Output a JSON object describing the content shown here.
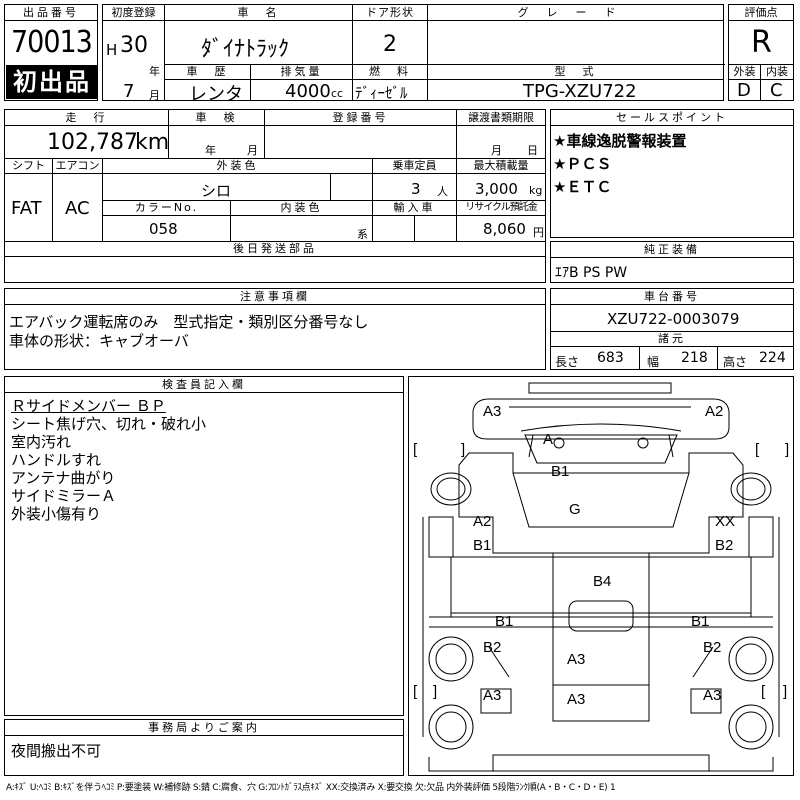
{
  "header": {
    "lot_label": "出品番号",
    "lot_number": "70013",
    "first_listing": "初出品",
    "first_reg_label": "初度登録",
    "era": "H",
    "year": "30",
    "year_unit": "年",
    "month": "7",
    "month_unit": "月",
    "name_label": "車　名",
    "car_name": "ﾀﾞｲﾅﾄﾗｯｸ",
    "door_label": "ドア形状",
    "doors": "2",
    "grade_label": "グレード",
    "grade": "",
    "score_label": "評価点",
    "score": "R",
    "history_label": "車　歴",
    "history": "レンタ",
    "displacement_label": "排気量",
    "displacement": "4000",
    "displacement_unit": "cc",
    "fuel_label": "燃　料",
    "fuel": "ﾃﾞｨｰｾﾞﾙ",
    "model_label": "型　式",
    "model": "TPG-XZU722",
    "exterior_label": "外装",
    "interior_label": "内装",
    "exterior_grade": "D",
    "interior_grade": "C"
  },
  "row2": {
    "mileage_label": "走　行",
    "mileage": "102,787",
    "mileage_unit": "km",
    "inspection_label": "車　検",
    "inspection_year_unit": "年",
    "inspection_month_unit": "月",
    "reg_label": "登録番号",
    "reg_number": "",
    "transfer_label": "譲渡書類期限",
    "transfer_month_unit": "月",
    "transfer_day_unit": "日",
    "shift_label": "シフト",
    "shift": "FAT",
    "aircon_label": "エアコン",
    "aircon": "AC",
    "color_label": "外装色",
    "color": "シロ",
    "capacity_label": "乗車定員",
    "capacity": "3",
    "capacity_unit": "人",
    "max_load_label": "最大積載量",
    "max_load": "3,000",
    "max_load_unit": "kg",
    "color_no_label": "カラーNo.",
    "color_no": "058",
    "interior_color_label": "内装色",
    "interior_color_unit": "系",
    "import_label": "輸入車",
    "recycle_label": "リサイクル預託金",
    "recycle": "8,060",
    "recycle_unit": "円",
    "later_parts_label": "後日発送部品"
  },
  "sales_points": {
    "label": "セールスポイント",
    "items": [
      "★車線逸脱警報装置",
      "★ＰＣＳ",
      "★ＥＴＣ"
    ]
  },
  "equipment": {
    "label": "純正装備",
    "value": "ｴｱB PS PW"
  },
  "notes": {
    "label": "注意事項欄",
    "lines": [
      "エアバック運転席のみ　型式指定・類別区分番号なし",
      "車体の形状：キャブオーバ"
    ]
  },
  "chassis": {
    "label": "車台番号",
    "value": "XZU722-0003079",
    "spec_label": "諸元",
    "length_label": "長さ",
    "length": "683",
    "width_label": "幅",
    "width": "218",
    "height_label": "高さ",
    "height": "224"
  },
  "inspector": {
    "label": "検査員記入欄",
    "lines": [
      "Ｒサイドメンバー ＢＰ",
      "シート焦げ穴、切れ・破れ小",
      "室内汚れ",
      "ハンドルすれ",
      "アンテナ曲がり",
      "サイドミラーＡ",
      "外装小傷有り"
    ]
  },
  "office": {
    "label": "事務局よりご案内",
    "value": "夜間搬出不可"
  },
  "diagram": {
    "labels": [
      "A3",
      "A2",
      "A",
      "B1",
      "G",
      "A2",
      "B1",
      "XX",
      "B2",
      "B4",
      "B1",
      "B1",
      "B2",
      "A3",
      "B2",
      "A3",
      "A3",
      "A3"
    ],
    "brackets": [
      "[",
      "]",
      "[",
      "]",
      "[",
      "]",
      "[",
      "]"
    ]
  },
  "footer": "A:ｷｽﾞ U:ﾍｺﾐ B:ｷｽﾞを伴うﾍｺﾐ P:要塗装 W:補修跡 S:錆 C:腐食、穴 G:ﾌﾛﾝﾄｶﾞﾗｽ点ｷｽﾞ XX:交換済み X:要交換 欠:欠品 内外装評価 5段階ﾗﾝｸ順(A・B・C・D・E) 1"
}
